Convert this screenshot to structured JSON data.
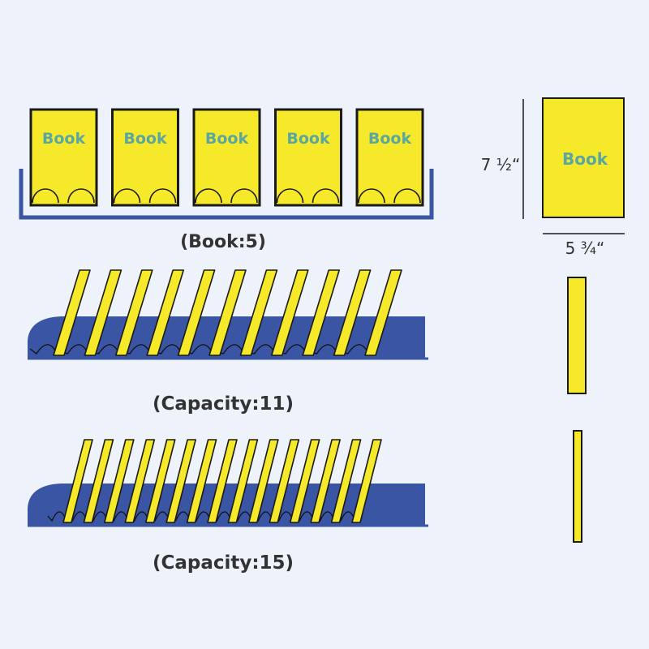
{
  "colors": {
    "background": "#edf2fb",
    "rack_blue": "#3a55a4",
    "book_yellow": "#f6e92a",
    "book_outline": "#1a1a1a",
    "book_text": "#5aa6a0",
    "label_text": "#333333"
  },
  "rack_front_display": {
    "book_label": "Book",
    "book_count": 5,
    "caption": "(Book:5)"
  },
  "rack_capacity_11": {
    "caption": "(Capacity:11)",
    "capacity": 11
  },
  "rack_capacity_15": {
    "caption": "(Capacity:15)",
    "capacity": 15
  },
  "book_dimensions": {
    "book_label": "Book",
    "height_label": "7 ½“",
    "width_label": "5 ¾“"
  },
  "side_views": [
    {
      "name": "thick-book-spine"
    },
    {
      "name": "thin-book-spine"
    }
  ]
}
